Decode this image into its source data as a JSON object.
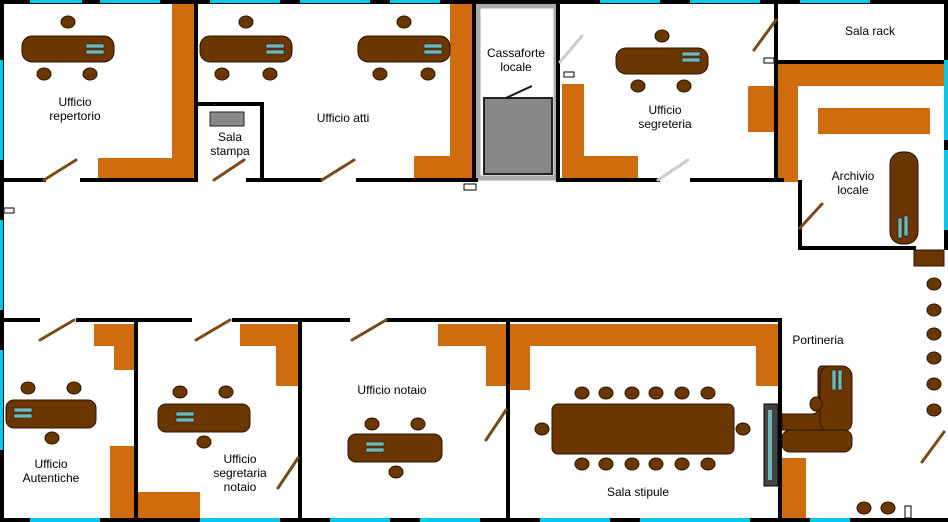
{
  "colors": {
    "wall": "#000000",
    "glass": "#00c8e6",
    "cabinet": "#d06b0e",
    "furniture": "#6b3600",
    "floor": "#ffffff",
    "safe_fill": "#888888",
    "door": "#7a4a1a"
  },
  "rooms": {
    "ufficio_repertorio": "Ufficio\nrepertorio",
    "sala_stampa": "Sala\nstampa",
    "ufficio_atti": "Ufficio atti",
    "cassaforte_locale": "Cassaforte\nlocale",
    "ufficio_segreteria": "Ufficio\nsegreteria",
    "sala_rack": "Sala rack",
    "archivio_locale": "Archivio\nlocale",
    "portineria": "Portineria",
    "ufficio_autentiche": "Ufficio\nAutentiche",
    "ufficio_segretaria_notaio": "Ufficio\nsegretaria\nnotaio",
    "ufficio_notaio": "Ufficio notaio",
    "sala_stipule": "Sala stipule"
  },
  "icons": {
    "desk": "desk-icon",
    "chair": "chair-icon",
    "computer": "computer-icon",
    "printer": "printer-icon",
    "door": "door-icon",
    "safe": "safe-icon",
    "cabinet": "cabinet-icon",
    "meeting_table": "meeting-table-icon",
    "reception_counter": "reception-counter-icon"
  }
}
